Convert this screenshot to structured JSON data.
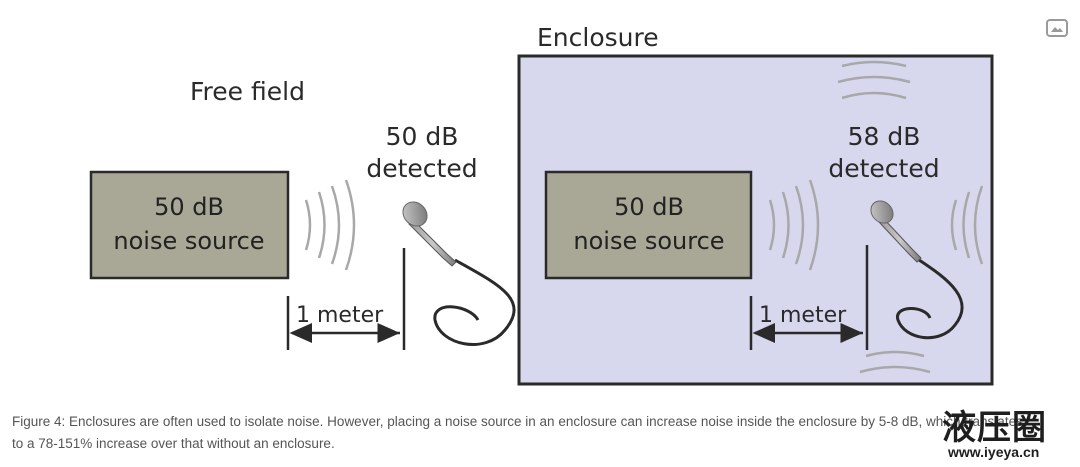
{
  "diagram": {
    "enclosure_label": "Enclosure",
    "free_field_label": "Free field",
    "free_field": {
      "source_line1": "50 dB",
      "source_line2": "noise source",
      "detected_line1": "50 dB",
      "detected_line2": "detected",
      "distance_label": "1 meter"
    },
    "enclosed": {
      "source_line1": "50 dB",
      "source_line2": "noise source",
      "detected_line1": "58 dB",
      "detected_line2": "detected",
      "distance_label": "1 meter"
    },
    "colors": {
      "source_box": "#a9a795",
      "enclosure_fill": "#d7d7ee",
      "outline": "#2a2a2a",
      "waves": "#a8a8a8",
      "microphone": "#8c8c8c"
    }
  },
  "caption": {
    "line1": "Figure 4: Enclosures are often used to isolate noise. However, placing a noise source in an enclosure can increase noise inside the enclosure by 5-8 dB, which translates",
    "line2": "to a 78-151% increase over that without an enclosure."
  },
  "watermark": {
    "brand": "液压圈",
    "url": "www.iyeya.cn"
  },
  "icons": {
    "top_right": "image-icon"
  }
}
